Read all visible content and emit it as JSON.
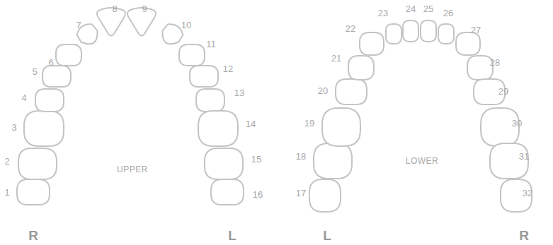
{
  "diagram": {
    "labels": [
      "1",
      "2",
      "3",
      "4",
      "5",
      "6",
      "7",
      "8",
      "9",
      "10",
      "11",
      "12",
      "13",
      "14",
      "15",
      "16",
      "17",
      "18",
      "19",
      "20",
      "21",
      "22",
      "23",
      "24",
      "25",
      "26",
      "27",
      "28",
      "29",
      "30",
      "31",
      "32",
      "UPPER",
      "LOWER",
      "R",
      "L",
      "L",
      "R"
    ]
  }
}
